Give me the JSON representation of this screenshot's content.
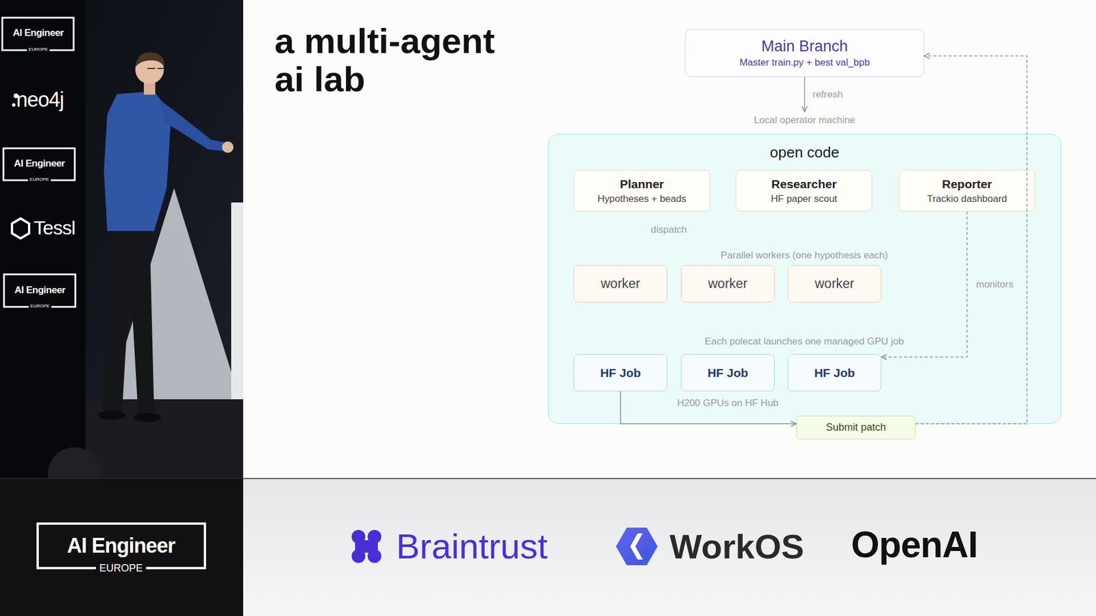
{
  "diagram": {
    "title": "a multi-agent ai lab",
    "nodes": [
      {
        "text": [
          "Main Branch",
          "Master train.py + best val_bpb"
        ]
      },
      {
        "text": [
          "Local operator machine",
          "open code"
        ]
      },
      {
        "text": [
          "Planner",
          "Hypotheses + beads"
        ],
        "in": 1
      },
      {
        "text": [
          "Researcher",
          "HF paper scout"
        ],
        "in": 1
      },
      {
        "text": [
          "Reporter",
          "Trackio dashboard"
        ],
        "in": 1
      },
      {
        "text": [
          "worker"
        ],
        "in": 1
      },
      {
        "text": [
          "worker"
        ],
        "in": 1
      },
      {
        "text": [
          "worker"
        ],
        "in": 1
      },
      {
        "text": [
          "HF Job"
        ],
        "in": 1
      },
      {
        "text": [
          "HF Job"
        ],
        "in": 1
      },
      {
        "text": [
          "HF Job"
        ],
        "in": 1
      },
      {
        "text": [
          "Submit patch"
        ]
      }
    ],
    "edges": [
      {
        "from": 0,
        "to": 1,
        "label": "refresh",
        "arrow": "to"
      },
      {
        "from": 4,
        "to": 10,
        "label": "monitors",
        "arrow": "to"
      },
      {
        "from": 8,
        "to": 11,
        "arrow": "to"
      },
      {
        "from": 11,
        "to": 0,
        "arrow": "to"
      }
    ],
    "labels": [
      "dispatch",
      "Parallel workers (one hypothesis each)",
      "Each polecat launches one managed GPU job",
      "H200 GPUs on HF Hub",
      "AI Engineer",
      "EUROPE",
      "neo4j",
      "AI Engineer",
      "EUROPE",
      "Tessl",
      "AI Engineer",
      "EUROPE",
      "AI Engineer",
      "EUROPE",
      "Braintrust",
      "WorkOS",
      "OpenAI"
    ]
  }
}
